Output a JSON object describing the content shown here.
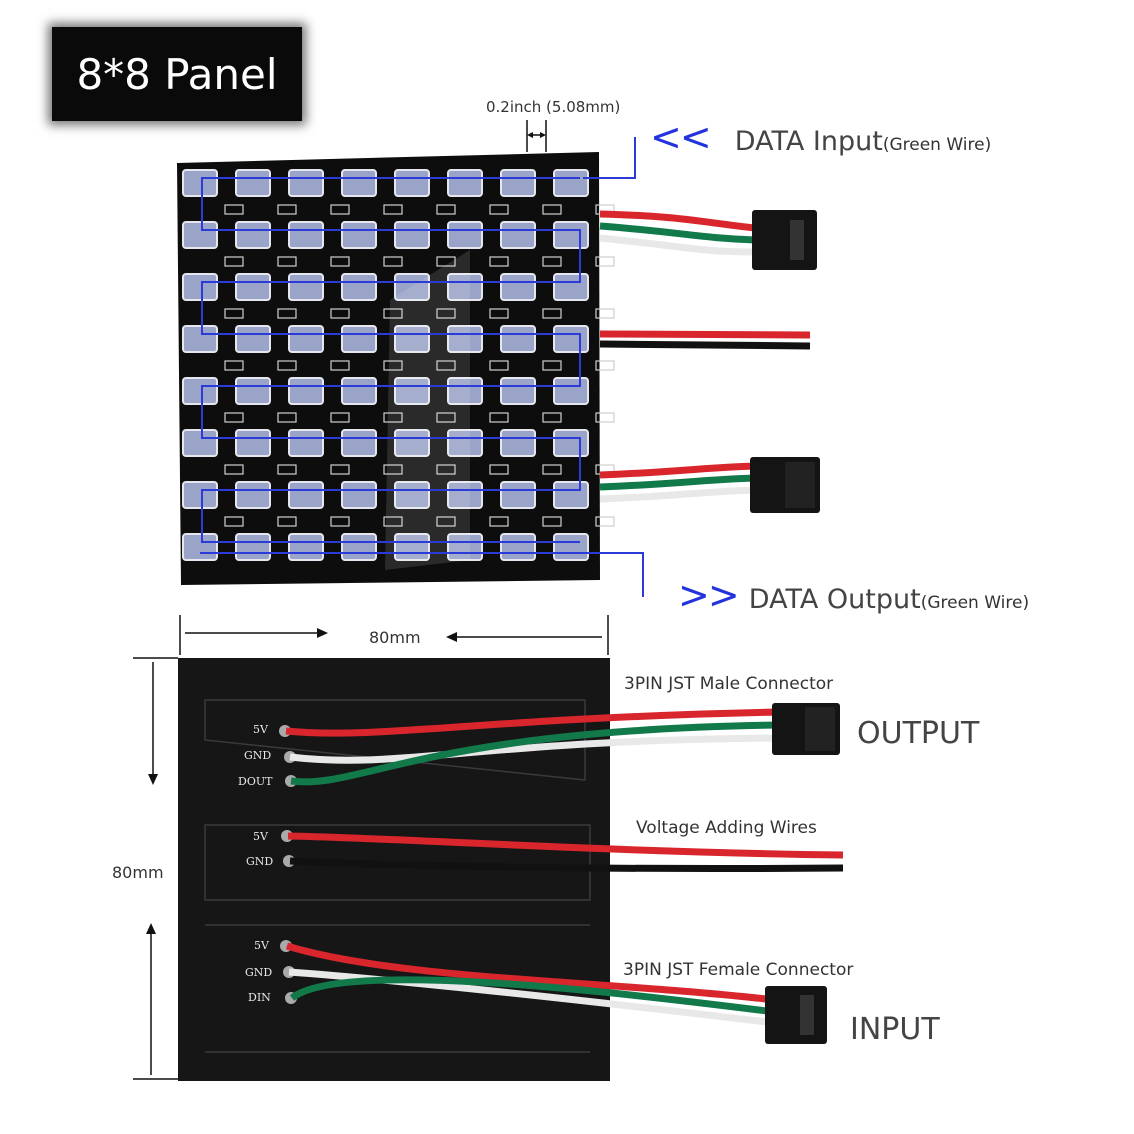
{
  "title_badge": "8*8 Panel",
  "top_view": {
    "pitch_label": "0.2inch (5.08mm)",
    "data_input": {
      "arrow": "<<",
      "main": "DATA Input",
      "note": "(Green Wire)"
    },
    "data_output": {
      "arrow": ">>",
      "main": "DATA Output",
      "note": "(Green Wire)"
    },
    "grid": {
      "rows": 8,
      "cols": 8
    },
    "colors": {
      "pcb": "#0d0d0d",
      "led": "#9aa3c8",
      "data_path": "#2b3bd8"
    }
  },
  "dimensions": {
    "width": "80mm",
    "height": "80mm"
  },
  "back_view": {
    "labels": {
      "male_connector": "3PIN JST Male Connector",
      "output": "OUTPUT",
      "voltage_wires": "Voltage Adding Wires",
      "female_connector": "3PIN JST Female Connector",
      "input": "INPUT"
    },
    "pins": {
      "group1": [
        "5V",
        "GND",
        "DOUT"
      ],
      "group2": [
        "5V",
        "GND"
      ],
      "group3": [
        "5V",
        "GND",
        "DIN"
      ]
    },
    "wire_colors": {
      "red": "#d8262c",
      "green": "#127a4a",
      "white": "#e8e8e8",
      "black": "#111111"
    }
  }
}
